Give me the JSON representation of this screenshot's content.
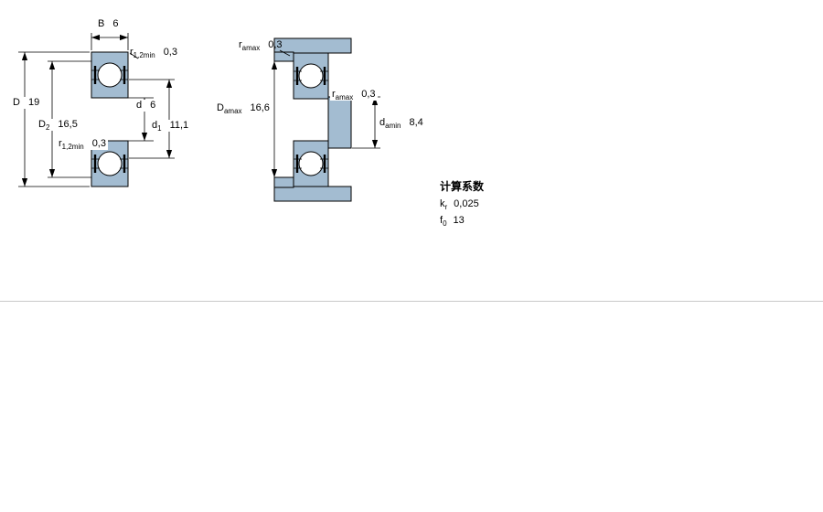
{
  "page": {
    "background": "#ffffff",
    "separator_color": "#c8c8c8"
  },
  "drawing": {
    "fill_color": "#a3bcd1",
    "line_color": "#000000",
    "ball_fill": "#ffffff"
  },
  "dimensions": {
    "left_view": {
      "width": {
        "symbol": "B",
        "sub": "",
        "value": "6"
      },
      "chamfer_top": {
        "symbol": "r",
        "sub": "1,2min",
        "value": "0,3"
      },
      "outer_diameter": {
        "symbol": "D",
        "sub": "",
        "value": "19"
      },
      "shoulder_diameter_outer": {
        "symbol": "D",
        "sub": "2",
        "value": "16,5"
      },
      "bore_diameter": {
        "symbol": "d",
        "sub": "",
        "value": "6"
      },
      "shoulder_diameter_inner": {
        "symbol": "d",
        "sub": "1",
        "value": "11,1"
      },
      "chamfer_bottom": {
        "symbol": "r",
        "sub": "1,2min",
        "value": "0,3"
      }
    },
    "right_view": {
      "fillet_top": {
        "symbol": "r",
        "sub": "amax",
        "value": "0,3"
      },
      "housing_abutment_diameter": {
        "symbol": "D",
        "sub": "amax",
        "value": "16,6"
      },
      "fillet_mid": {
        "symbol": "r",
        "sub": "amax",
        "value": "0,3"
      },
      "shaft_abutment_diameter": {
        "symbol": "d",
        "sub": "amin",
        "value": "8,4"
      }
    }
  },
  "calculation_factors": {
    "title": "计算系数",
    "rows": [
      {
        "symbol": "k",
        "sub": "r",
        "value": "0,025"
      },
      {
        "symbol": "f",
        "sub": "0",
        "value": "13"
      }
    ]
  }
}
